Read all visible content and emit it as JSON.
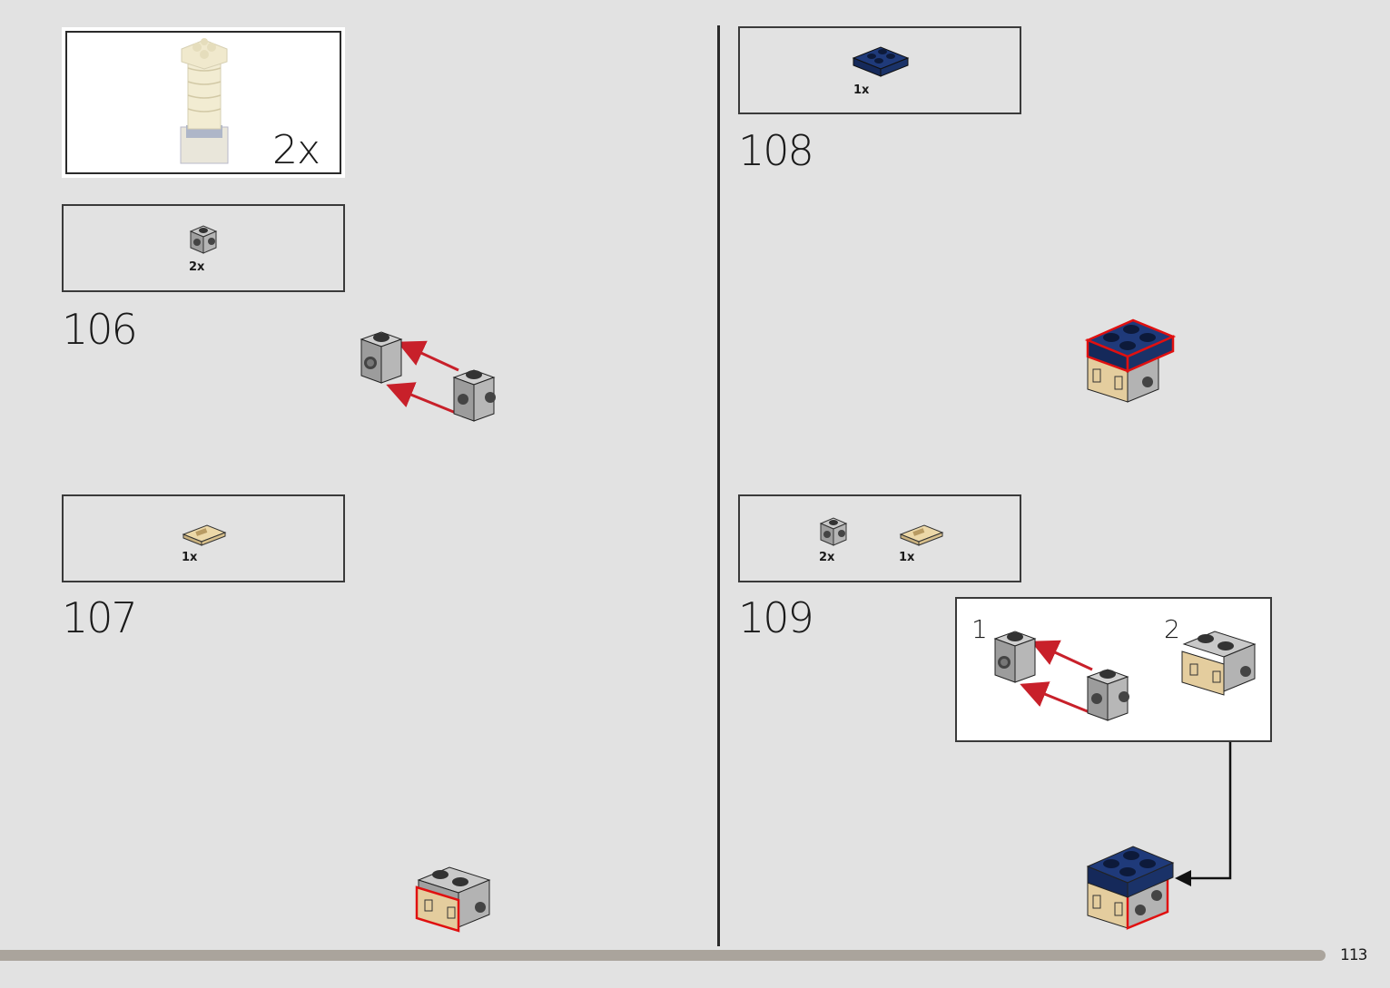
{
  "page": {
    "number": "113"
  },
  "submodel_callout": {
    "quantity": "2x"
  },
  "steps": [
    {
      "number": "106",
      "parts": [
        {
          "qty": "2x"
        }
      ]
    },
    {
      "number": "107",
      "parts": [
        {
          "qty": "1x"
        }
      ]
    },
    {
      "number": "108",
      "parts": [
        {
          "qty": "1x"
        }
      ]
    },
    {
      "number": "109",
      "parts": [
        {
          "qty": "2x"
        },
        {
          "qty": "1x"
        }
      ],
      "sub_steps": [
        "1",
        "2"
      ]
    }
  ],
  "colors": {
    "background": "#e2e2e2",
    "brick_gray": "#a9a9a9",
    "brick_tan": "#e4cd9e",
    "plate_blue": "#1f3a7a",
    "arrow_red": "#c8202a",
    "highlight_red": "#e01010"
  }
}
